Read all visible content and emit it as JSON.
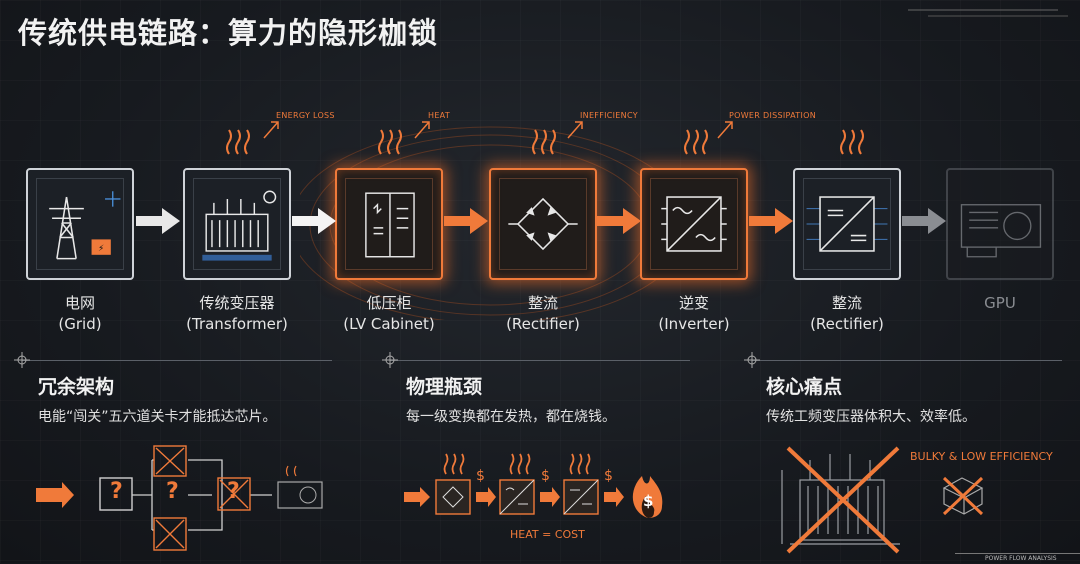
{
  "title": "传统供电链路：算力的隐形枷锁",
  "chain": [
    {
      "name": "电网",
      "en": "(Grid)",
      "icon": "power-tower-icon"
    },
    {
      "name": "传统变压器",
      "en": "(Transformer)",
      "icon": "transformer-icon"
    },
    {
      "name": "低压柜",
      "en": "(LV Cabinet)",
      "icon": "cabinet-icon"
    },
    {
      "name": "整流",
      "en": "(Rectifier)",
      "icon": "rectifier-bridge-icon"
    },
    {
      "name": "逆变",
      "en": "(Inverter)",
      "icon": "inverter-icon"
    },
    {
      "name": "整流",
      "en": "(Rectifier)",
      "icon": "rectifier-icon"
    },
    {
      "name": "GPU",
      "en": "",
      "icon": "gpu-card-icon"
    }
  ],
  "annotations": [
    "ENERGY LOSS",
    "HEAT",
    "INEFFICIENCY",
    "POWER DISSIPATION"
  ],
  "sections": [
    {
      "title": "冗余架构",
      "subtitle": "电能“闯关”五六道关卡才能抵达芯片。",
      "marks": [
        "?",
        "?",
        "?"
      ]
    },
    {
      "title": "物理瓶颈",
      "subtitle": "每一级变换都在发热，都在烧钱。",
      "caption": "HEAT = COST",
      "marks": [
        "$",
        "$",
        "$",
        "$"
      ]
    },
    {
      "title": "核心痛点",
      "subtitle": "传统工频变压器体积大、效率低。",
      "caption": "BULKY & LOW EFFICIENCY"
    }
  ],
  "footer_tag": "POWER FLOW ANALYSIS",
  "colors": {
    "accent": "#f07a3a",
    "box_border": "#cfd3d8",
    "bg": "#171a1f"
  }
}
